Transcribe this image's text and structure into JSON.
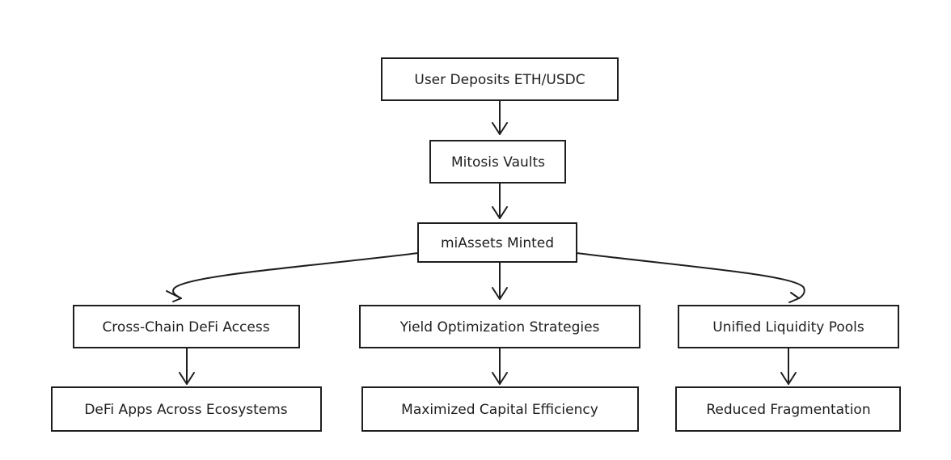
{
  "nodes": {
    "user_deposits": "User Deposits ETH/USDC",
    "mitosis_vaults": "Mitosis Vaults",
    "miassets_minted": "miAssets Minted",
    "cross_chain": "Cross-Chain DeFi Access",
    "yield_opt": "Yield Optimization Strategies",
    "unified_liquidity": "Unified Liquidity Pools",
    "defi_apps": "DeFi Apps Across Ecosystems",
    "max_capital": "Maximized Capital Efficiency",
    "reduced_frag": "Reduced Fragmentation"
  },
  "edges": [
    [
      "user_deposits",
      "mitosis_vaults"
    ],
    [
      "mitosis_vaults",
      "miassets_minted"
    ],
    [
      "miassets_minted",
      "cross_chain"
    ],
    [
      "miassets_minted",
      "yield_opt"
    ],
    [
      "miassets_minted",
      "unified_liquidity"
    ],
    [
      "cross_chain",
      "defi_apps"
    ],
    [
      "yield_opt",
      "max_capital"
    ],
    [
      "unified_liquidity",
      "reduced_frag"
    ]
  ],
  "colors": {
    "stroke": "#1e1e1e",
    "fill": "#ffffff",
    "background": "#ffffff"
  }
}
